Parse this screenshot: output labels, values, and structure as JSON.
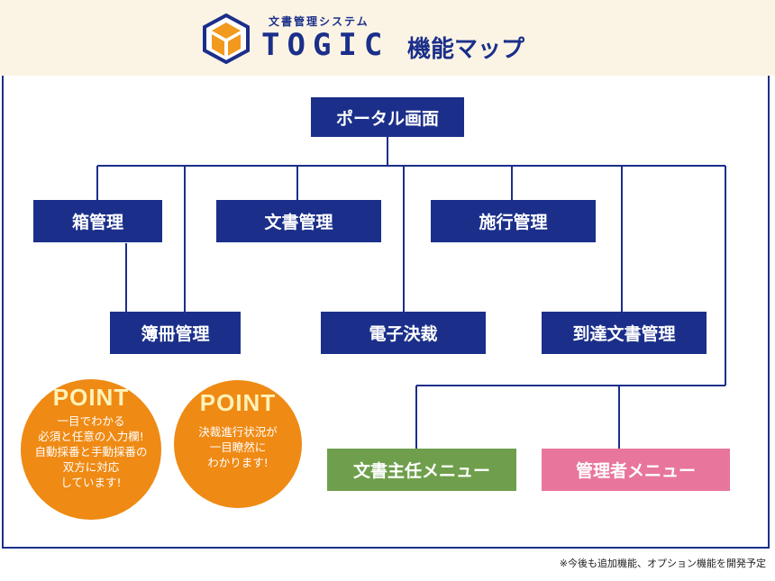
{
  "header": {
    "logo_subtitle": "文書管理システム",
    "logo_name": "TOGIC",
    "title": "機能マップ"
  },
  "nodes": {
    "portal": "ポータル画面",
    "box_mgmt": "箱管理",
    "doc_mgmt": "文書管理",
    "exec_mgmt": "施行管理",
    "ledger_mgmt": "簿冊管理",
    "e_approval": "電子決裁",
    "arrival_mgmt": "到達文書管理",
    "doc_lead_menu": "文書主任メニュー",
    "admin_menu": "管理者メニュー"
  },
  "points": [
    {
      "title": "POINT",
      "text": "一目でわかる\n必須と任意の入力欄!\n自動採番と手動採番の\n双方に対応\nしています!"
    },
    {
      "title": "POINT",
      "text": "決裁進行状況が\n一目瞭然に\nわかります!"
    }
  ],
  "footnote": "※今後も追加機能、オプション機能を開発予定",
  "colors": {
    "navy": "#1b2f8a",
    "green": "#6f9f4c",
    "pink": "#e8769c",
    "orange": "#ef8a14",
    "header_bg": "#fbf4e5"
  }
}
